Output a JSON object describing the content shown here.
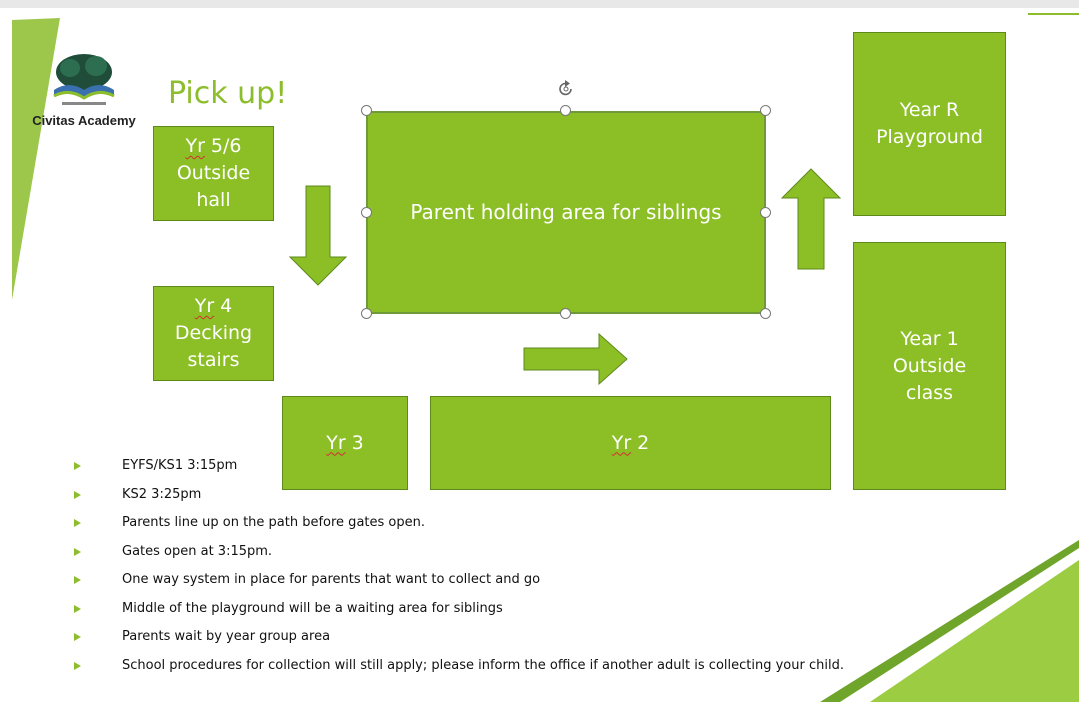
{
  "slide": {
    "title": "Pick up!",
    "logo_text": "Civitas Academy",
    "colors": {
      "accent": "#8cbf26",
      "accent_dark": "#5d8a1b",
      "title": "#8cbd2c"
    }
  },
  "areas": {
    "yr56": {
      "year": "Yr",
      "rest": " 5/6\nOutside\nhall"
    },
    "yr4": {
      "year": "Yr",
      "rest": " 4\nDecking\nstairs"
    },
    "holding": {
      "label": "Parent holding area for siblings"
    },
    "year_r": {
      "label": "Year R\nPlayground"
    },
    "year_1": {
      "label": "Year 1\nOutside\nclass"
    },
    "yr3": {
      "year": "Yr",
      "rest": " 3"
    },
    "yr2": {
      "year": "Yr",
      "rest": " 2"
    }
  },
  "icons": [
    "rotate-handle-icon",
    "arrow-down-icon",
    "arrow-right-icon",
    "arrow-up-icon",
    "bullet-arrow-icon"
  ],
  "bullets": [
    "EYFS/KS1 3:15pm",
    "KS2 3:25pm",
    "Parents line up on the path before gates open.",
    "Gates open at 3:15pm.",
    "One way system in place for parents that want to collect and go",
    "Middle of the playground will be a waiting area for siblings",
    "Parents wait by year group area",
    "School procedures for collection will still apply; please inform the office if another adult is collecting your child."
  ]
}
